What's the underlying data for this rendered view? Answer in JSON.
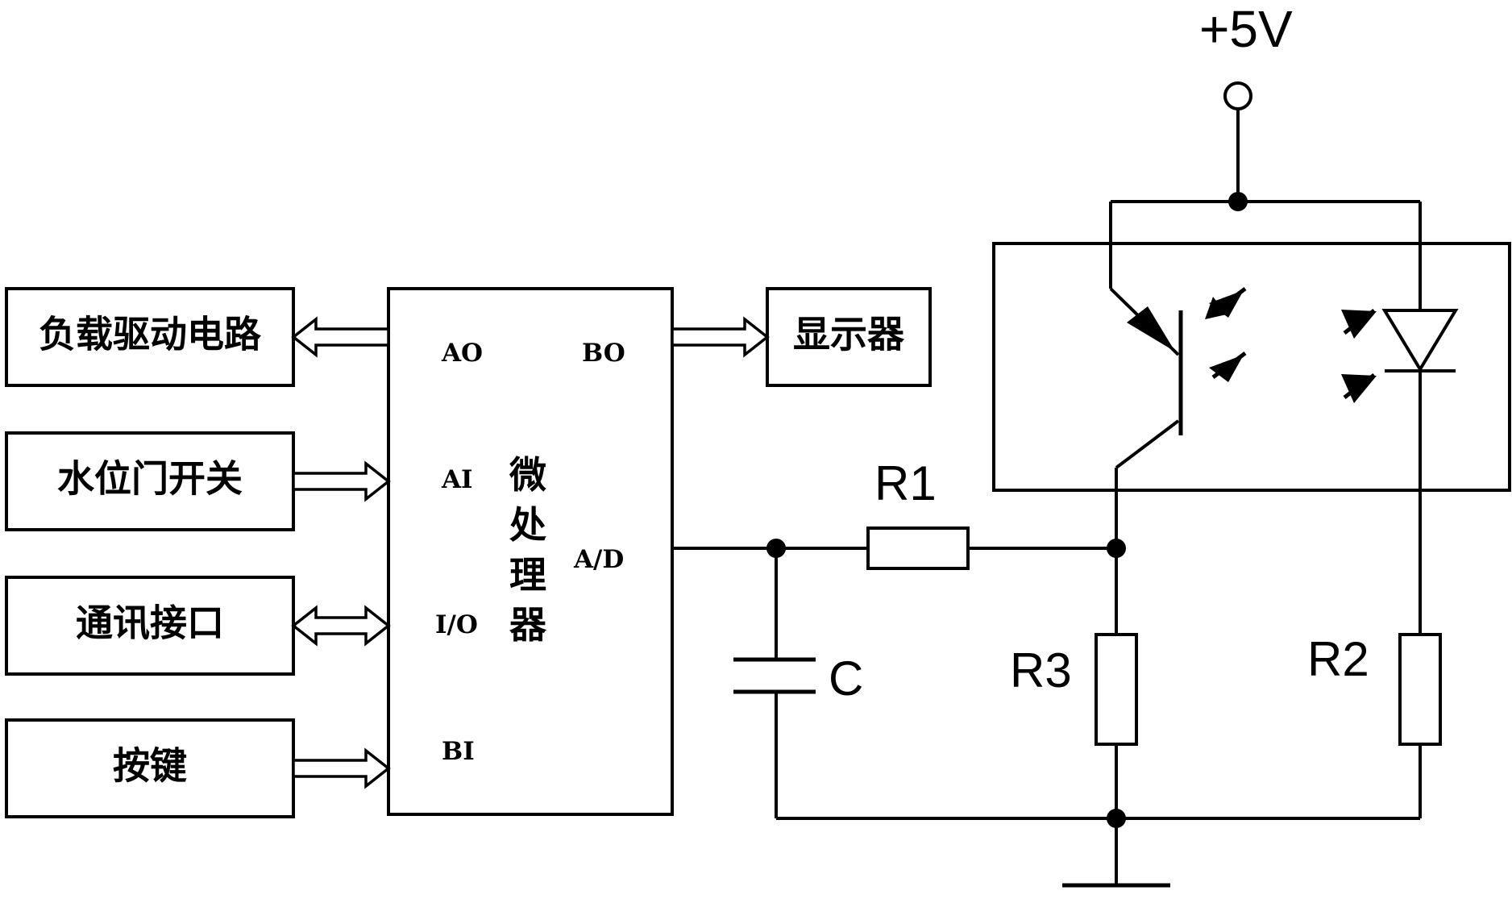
{
  "blocks": {
    "load_driver": "负载驱动电路",
    "water_switch": "水位门开关",
    "comm_interface": "通讯接口",
    "keys": "按键",
    "display": "显示器",
    "mcu_chars": [
      "微",
      "处",
      "理",
      "器"
    ]
  },
  "pins": {
    "ao": "AO",
    "ai": "AI",
    "io": "I/O",
    "bi": "BI",
    "bo": "BO",
    "ad": "A/D"
  },
  "components": {
    "r1": "R1",
    "r2": "R2",
    "r3": "R3",
    "c": "C",
    "supply": "+5V"
  }
}
